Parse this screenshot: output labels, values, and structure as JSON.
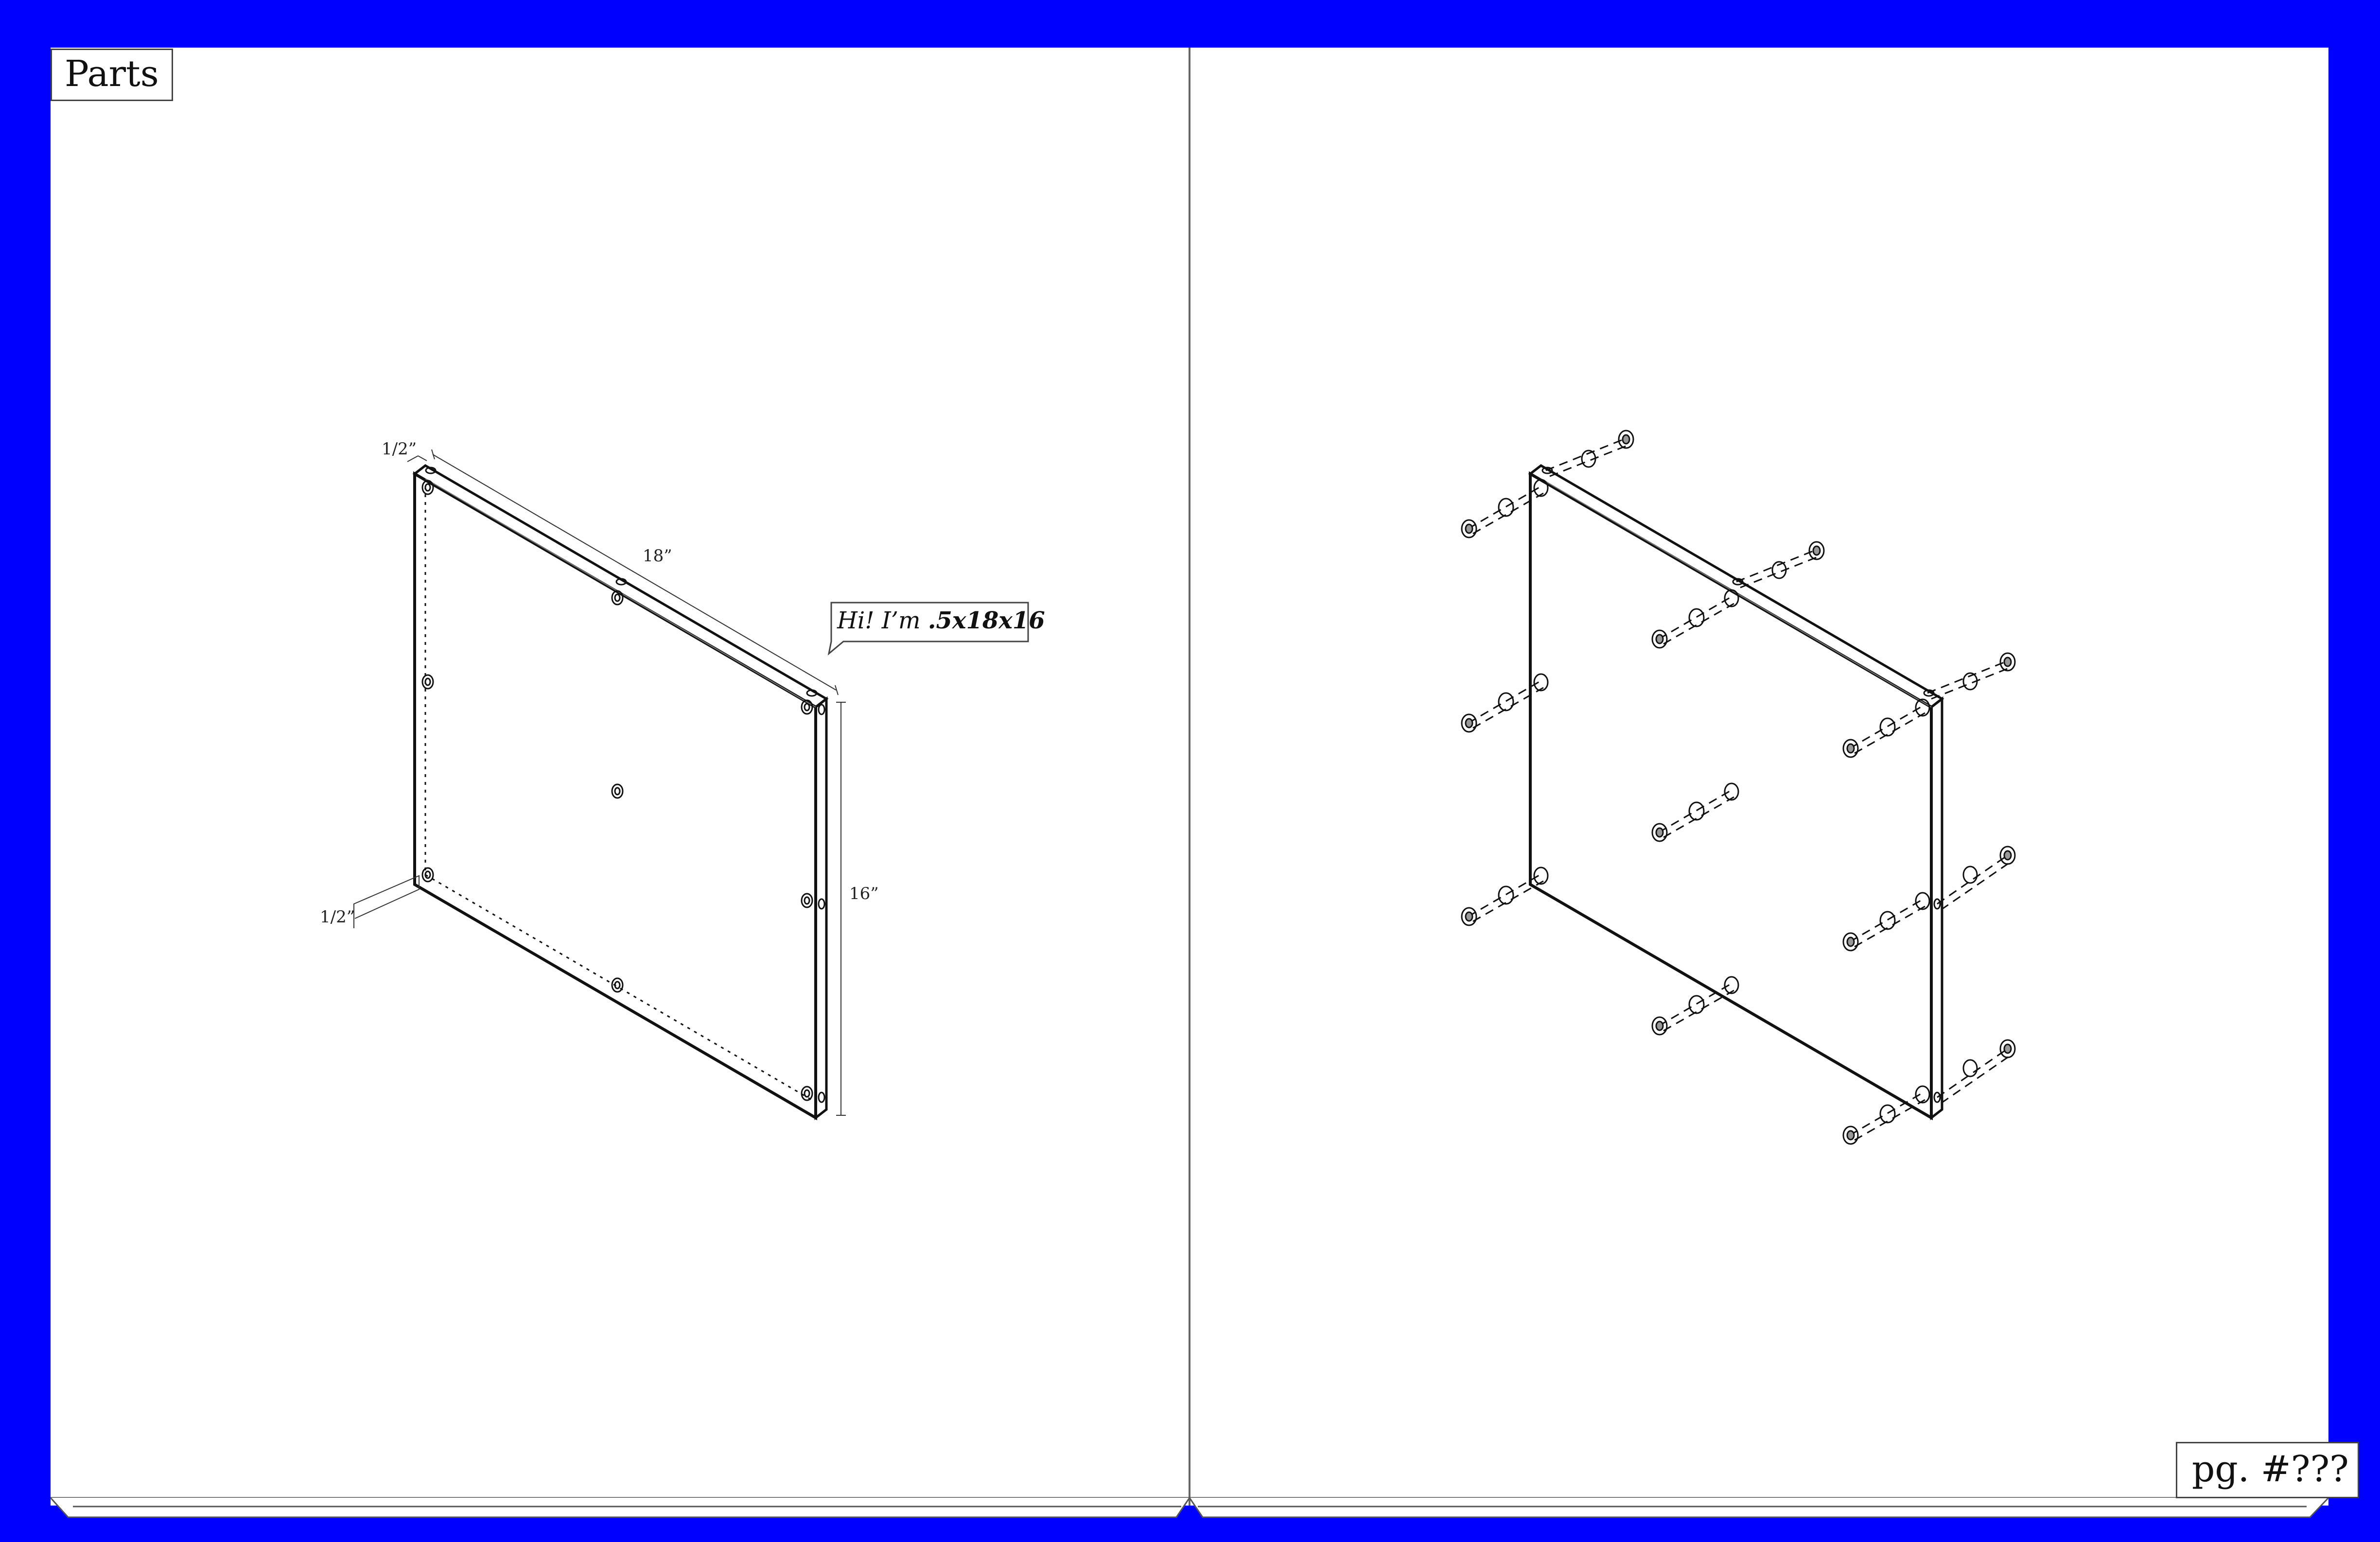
{
  "header": {
    "title": "Parts"
  },
  "footer": {
    "page_label": "pg. #???"
  },
  "panel": {
    "dimensions": {
      "top_thickness": "1/2”",
      "width": "18”",
      "height": "16”",
      "side_thickness": "1/2”"
    },
    "callout": {
      "prefix": "Hi! I’m ",
      "part_name": ".5x18x16"
    }
  },
  "colors": {
    "background": "#0000FF",
    "page": "#FFFFFF",
    "ink": "#111111"
  }
}
